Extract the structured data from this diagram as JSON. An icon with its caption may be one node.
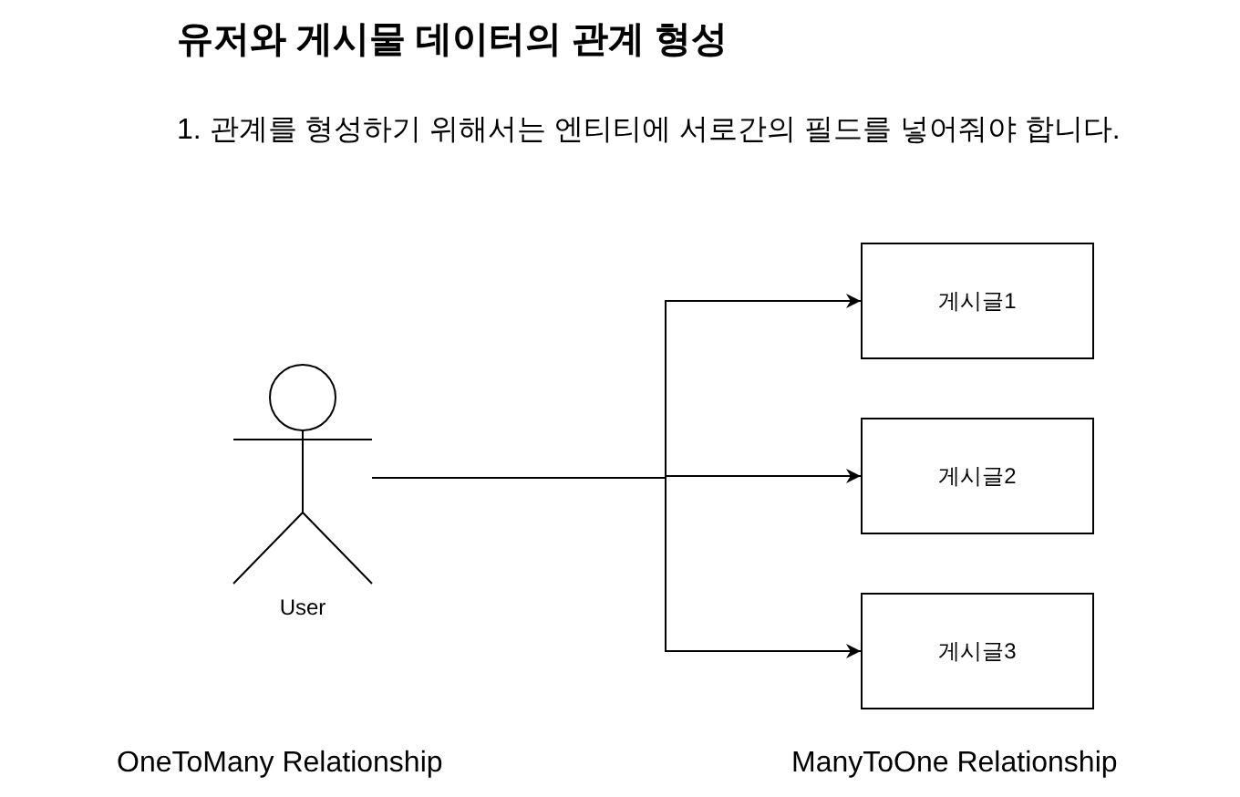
{
  "diagram": {
    "title": "유저와 게시물 데이터의 관계 형성",
    "nodes": [
      {
        "text": [],
        "shape": "person",
        "beside": [
          "User"
        ]
      },
      {
        "text": [
          "게시글1"
        ]
      },
      {
        "text": [
          "게시글2"
        ]
      },
      {
        "text": [
          "게시글3"
        ]
      }
    ],
    "edges": [
      {
        "from": 0,
        "to": 1,
        "arrow": "to"
      },
      {
        "from": 0,
        "to": 2,
        "arrow": "to"
      },
      {
        "from": 0,
        "to": 3,
        "arrow": "to"
      }
    ],
    "labels": [
      "1. 관계를 형성하기 위해서는 엔티티에 서로간의 필드를 넣어줘야 합니다.",
      "OneToMany Relationship",
      "ManyToOne Relationship"
    ]
  }
}
